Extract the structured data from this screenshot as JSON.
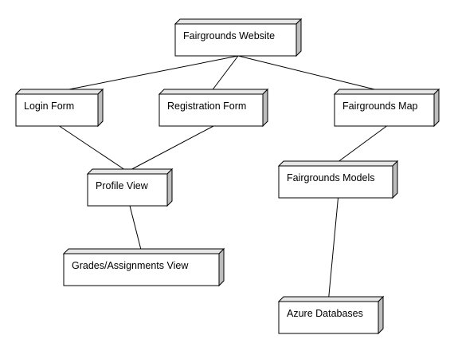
{
  "nodes": [
    {
      "id": "fairgrounds-website",
      "label": "Fairgrounds Website"
    },
    {
      "id": "login-form",
      "label": "Login Form"
    },
    {
      "id": "registration-form",
      "label": "Registration Form"
    },
    {
      "id": "fairgrounds-map",
      "label": "Fairgrounds Map"
    },
    {
      "id": "profile-view",
      "label": "Profile View"
    },
    {
      "id": "fairgrounds-models",
      "label": "Fairgrounds Models"
    },
    {
      "id": "grades-assignments-view",
      "label": "Grades/Assignments View"
    },
    {
      "id": "azure-databases",
      "label": "Azure Databases"
    }
  ],
  "edges": [
    {
      "from": "fairgrounds-website",
      "to": "login-form"
    },
    {
      "from": "fairgrounds-website",
      "to": "registration-form"
    },
    {
      "from": "fairgrounds-website",
      "to": "fairgrounds-map"
    },
    {
      "from": "login-form",
      "to": "profile-view"
    },
    {
      "from": "registration-form",
      "to": "profile-view"
    },
    {
      "from": "fairgrounds-map",
      "to": "fairgrounds-models"
    },
    {
      "from": "profile-view",
      "to": "grades-assignments-view"
    },
    {
      "from": "fairgrounds-models",
      "to": "azure-databases"
    }
  ]
}
